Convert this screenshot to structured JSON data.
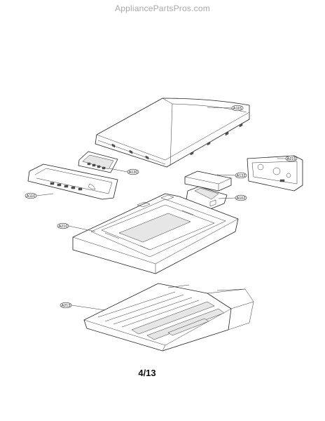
{
  "watermark": "AppliancePartsPros.com",
  "page_number": "4/13",
  "callouts": [
    {
      "id": "top-cover",
      "label": "A115"
    },
    {
      "id": "pcb-main",
      "label": "A130"
    },
    {
      "id": "panel-frame",
      "label": "A110"
    },
    {
      "id": "pcb-module",
      "label": "A132"
    },
    {
      "id": "rear-bracket",
      "label": "A215"
    },
    {
      "id": "small-module",
      "label": "A102"
    },
    {
      "id": "control-base",
      "label": "A210"
    },
    {
      "id": "bottom-cover",
      "label": "A213"
    }
  ]
}
